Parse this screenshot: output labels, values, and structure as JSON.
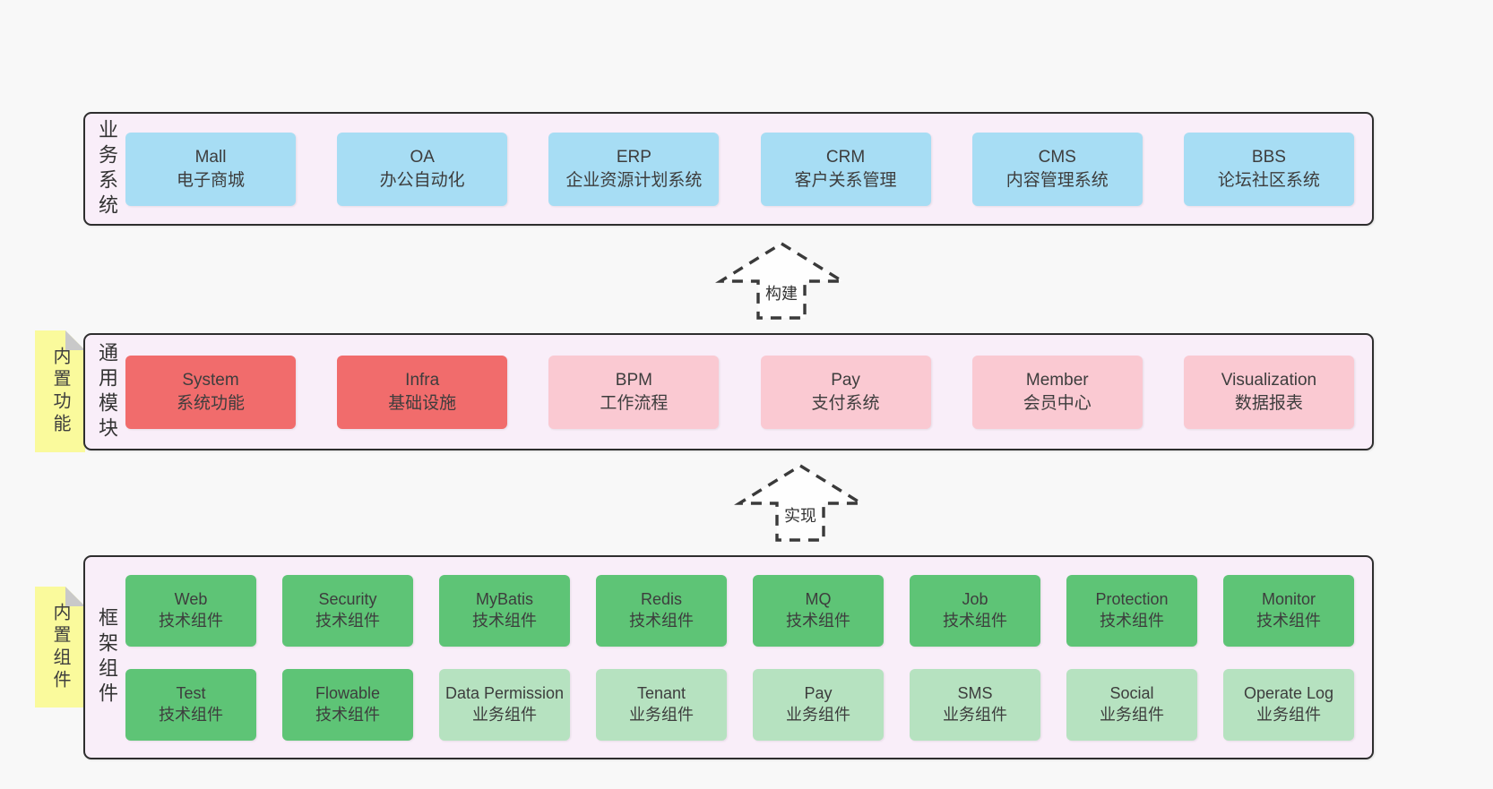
{
  "palette": {
    "page_bg": "#f8f8f8",
    "band_bg": "#f9eef9",
    "band_border": "#2e2e2e",
    "blue": "#a7ddf4",
    "red": "#f16c6c",
    "pink": "#fac9d2",
    "green": "#5ec476",
    "lightgreen": "#b6e2c0",
    "yellow": "#fafa9c",
    "fold_gray": "#c9c9c9",
    "text": "#3d3d3d"
  },
  "arrows": [
    {
      "label": "构建"
    },
    {
      "label": "实现"
    }
  ],
  "sections": {
    "business": {
      "label": "业务系统",
      "boxes": [
        {
          "title": "Mall",
          "subtitle": "电子商城",
          "variant": "blue"
        },
        {
          "title": "OA",
          "subtitle": "办公自动化",
          "variant": "blue"
        },
        {
          "title": "ERP",
          "subtitle": "企业资源计划系统",
          "variant": "blue"
        },
        {
          "title": "CRM",
          "subtitle": "客户关系管理",
          "variant": "blue"
        },
        {
          "title": "CMS",
          "subtitle": "内容管理系统",
          "variant": "blue"
        },
        {
          "title": "BBS",
          "subtitle": "论坛社区系统",
          "variant": "blue"
        }
      ]
    },
    "modules": {
      "tab": "内置功能",
      "label": "通用模块",
      "boxes": [
        {
          "title": "System",
          "subtitle": "系统功能",
          "variant": "red"
        },
        {
          "title": "Infra",
          "subtitle": "基础设施",
          "variant": "red"
        },
        {
          "title": "BPM",
          "subtitle": "工作流程",
          "variant": "pink"
        },
        {
          "title": "Pay",
          "subtitle": "支付系统",
          "variant": "pink"
        },
        {
          "title": "Member",
          "subtitle": "会员中心",
          "variant": "pink"
        },
        {
          "title": "Visualization",
          "subtitle": "数据报表",
          "variant": "pink"
        }
      ]
    },
    "components": {
      "tab": "内置组件",
      "label": "框架组件",
      "row1": [
        {
          "title": "Web",
          "subtitle": "技术组件",
          "variant": "green"
        },
        {
          "title": "Security",
          "subtitle": "技术组件",
          "variant": "green"
        },
        {
          "title": "MyBatis",
          "subtitle": "技术组件",
          "variant": "green"
        },
        {
          "title": "Redis",
          "subtitle": "技术组件",
          "variant": "green"
        },
        {
          "title": "MQ",
          "subtitle": "技术组件",
          "variant": "green"
        },
        {
          "title": "Job",
          "subtitle": "技术组件",
          "variant": "green"
        },
        {
          "title": "Protection",
          "subtitle": "技术组件",
          "variant": "green"
        },
        {
          "title": "Monitor",
          "subtitle": "技术组件",
          "variant": "green"
        }
      ],
      "row2": [
        {
          "title": "Test",
          "subtitle": "技术组件",
          "variant": "green"
        },
        {
          "title": "Flowable",
          "subtitle": "技术组件",
          "variant": "green"
        },
        {
          "title": "Data Permission",
          "subtitle": "业务组件",
          "variant": "lightgreen"
        },
        {
          "title": "Tenant",
          "subtitle": "业务组件",
          "variant": "lightgreen"
        },
        {
          "title": "Pay",
          "subtitle": "业务组件",
          "variant": "lightgreen"
        },
        {
          "title": "SMS",
          "subtitle": "业务组件",
          "variant": "lightgreen"
        },
        {
          "title": "Social",
          "subtitle": "业务组件",
          "variant": "lightgreen"
        },
        {
          "title": "Operate Log",
          "subtitle": "业务组件",
          "variant": "lightgreen"
        }
      ]
    }
  }
}
